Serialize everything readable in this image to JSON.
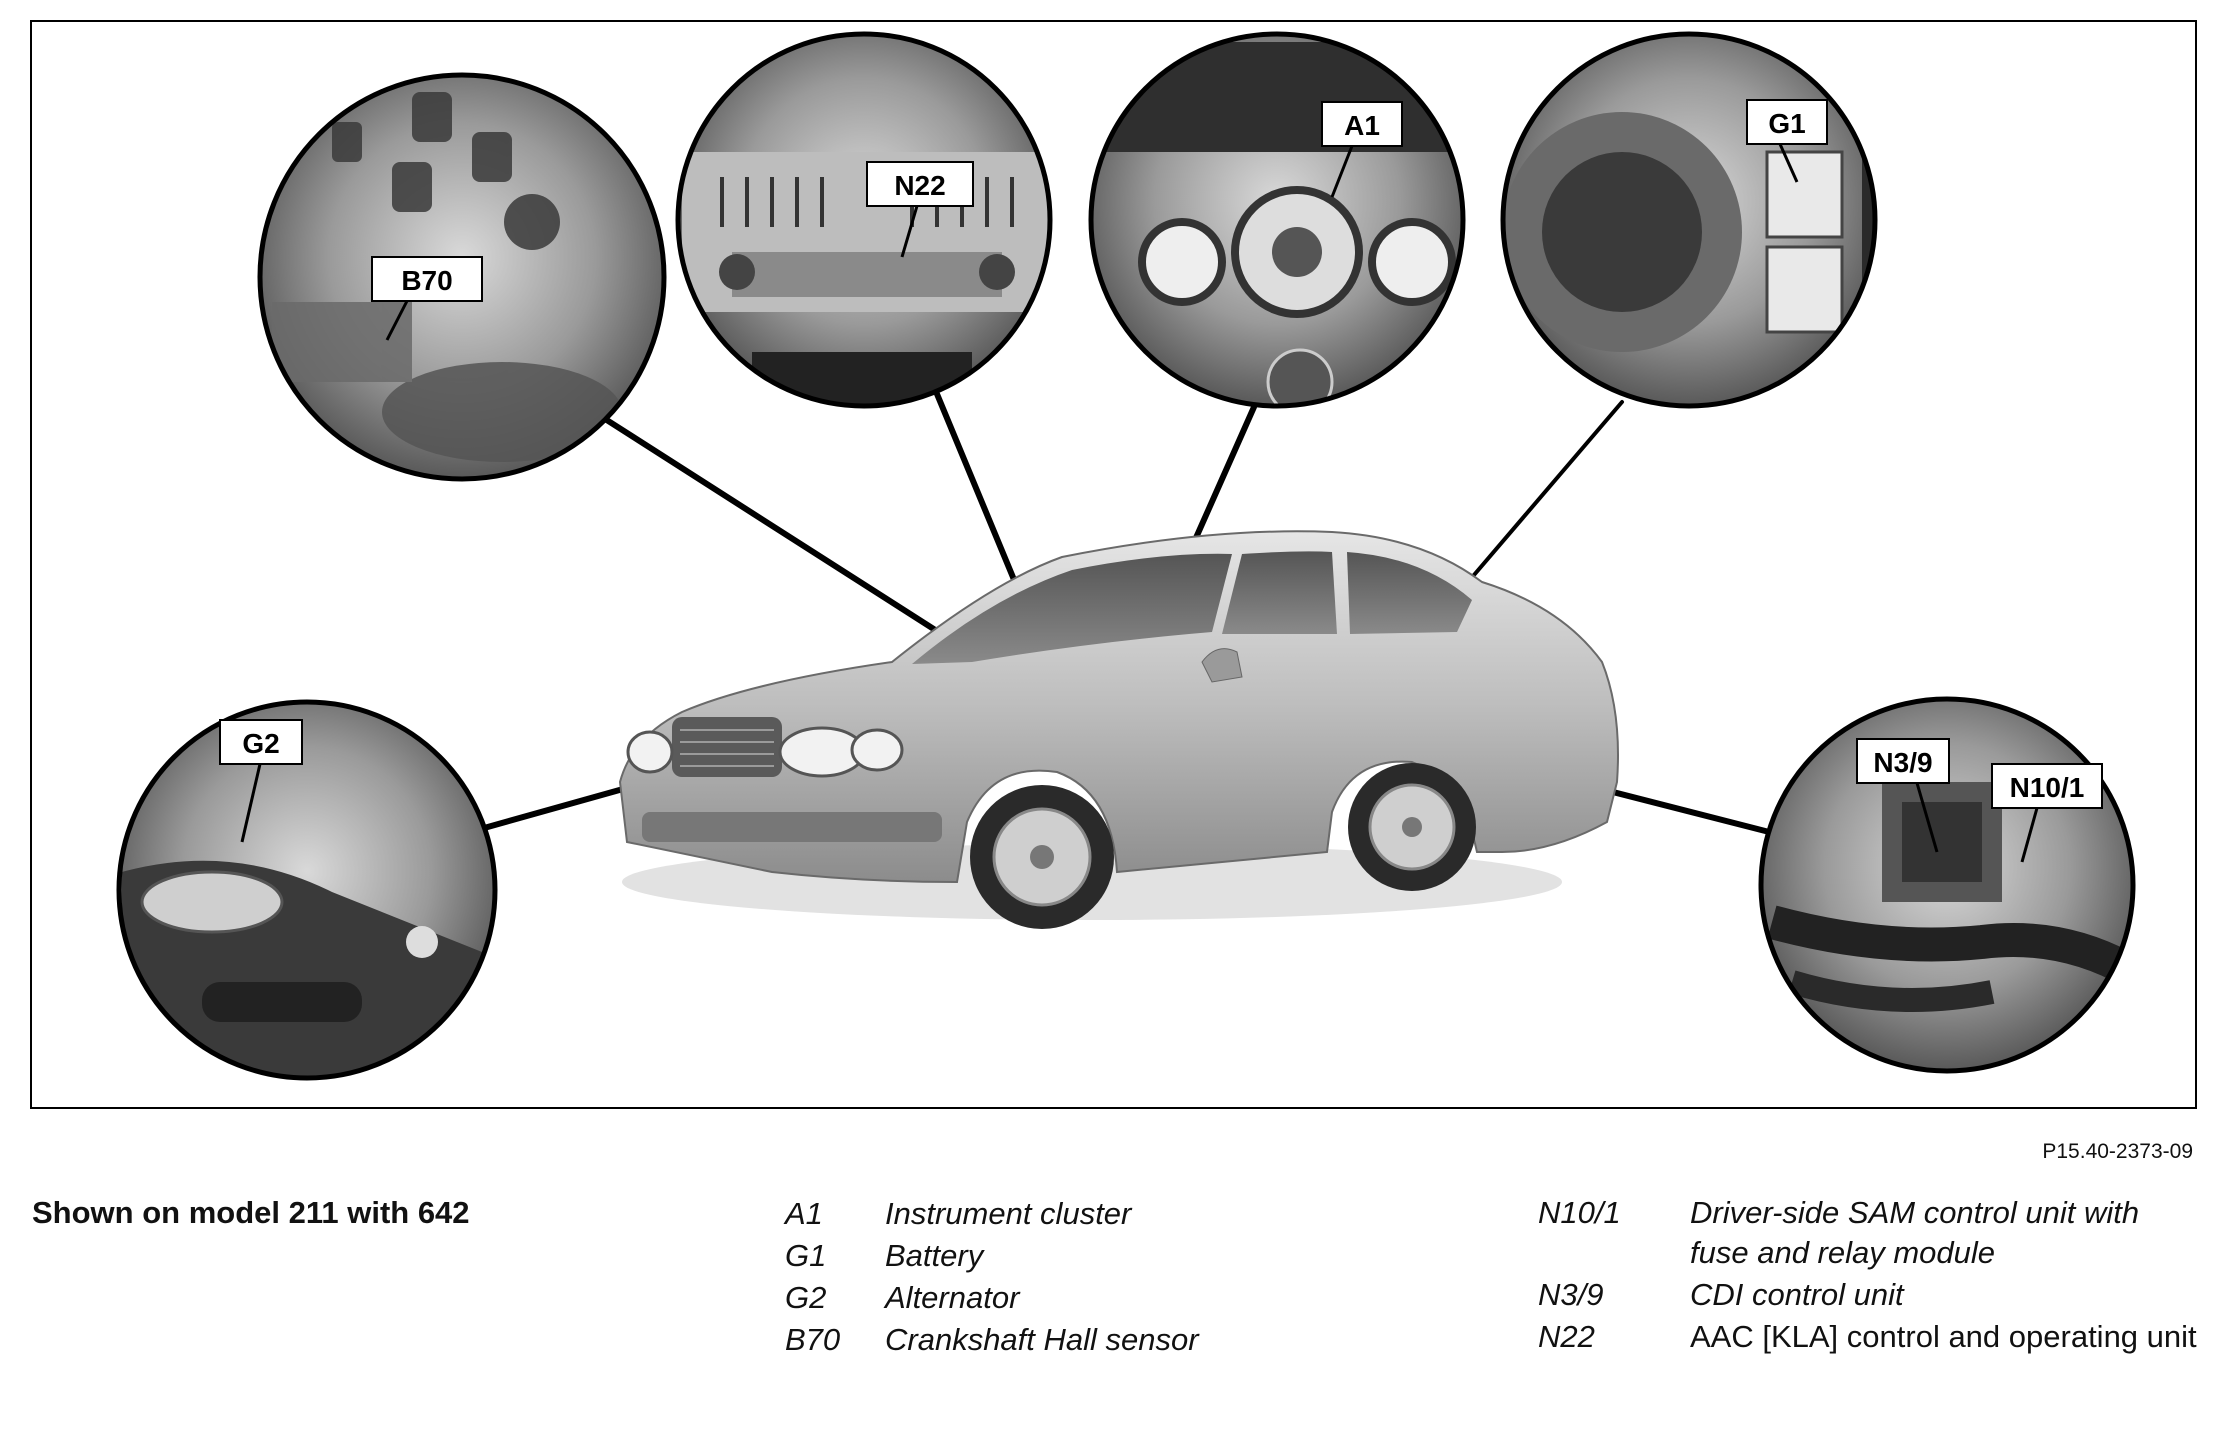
{
  "callouts": {
    "B70": "B70",
    "N22": "N22",
    "A1": "A1",
    "G1": "G1",
    "G2": "G2",
    "N3_9": "N3/9",
    "N10_1": "N10/1"
  },
  "figure_code": "P15.40-2373-09",
  "caption": "Shown on model 211 with 642",
  "legend_left": [
    {
      "code": "A1",
      "desc": "Instrument cluster"
    },
    {
      "code": "G1",
      "desc": "Battery"
    },
    {
      "code": "G2",
      "desc": "Alternator"
    },
    {
      "code": "B70",
      "desc": "Crankshaft Hall sensor"
    }
  ],
  "legend_right": [
    {
      "code": "N10/1",
      "desc": "Driver-side SAM control unit with fuse and relay module"
    },
    {
      "code": "N3/9",
      "desc": "CDI control unit"
    },
    {
      "code": "N22",
      "desc": "AAC [KLA] control and operating unit"
    }
  ]
}
